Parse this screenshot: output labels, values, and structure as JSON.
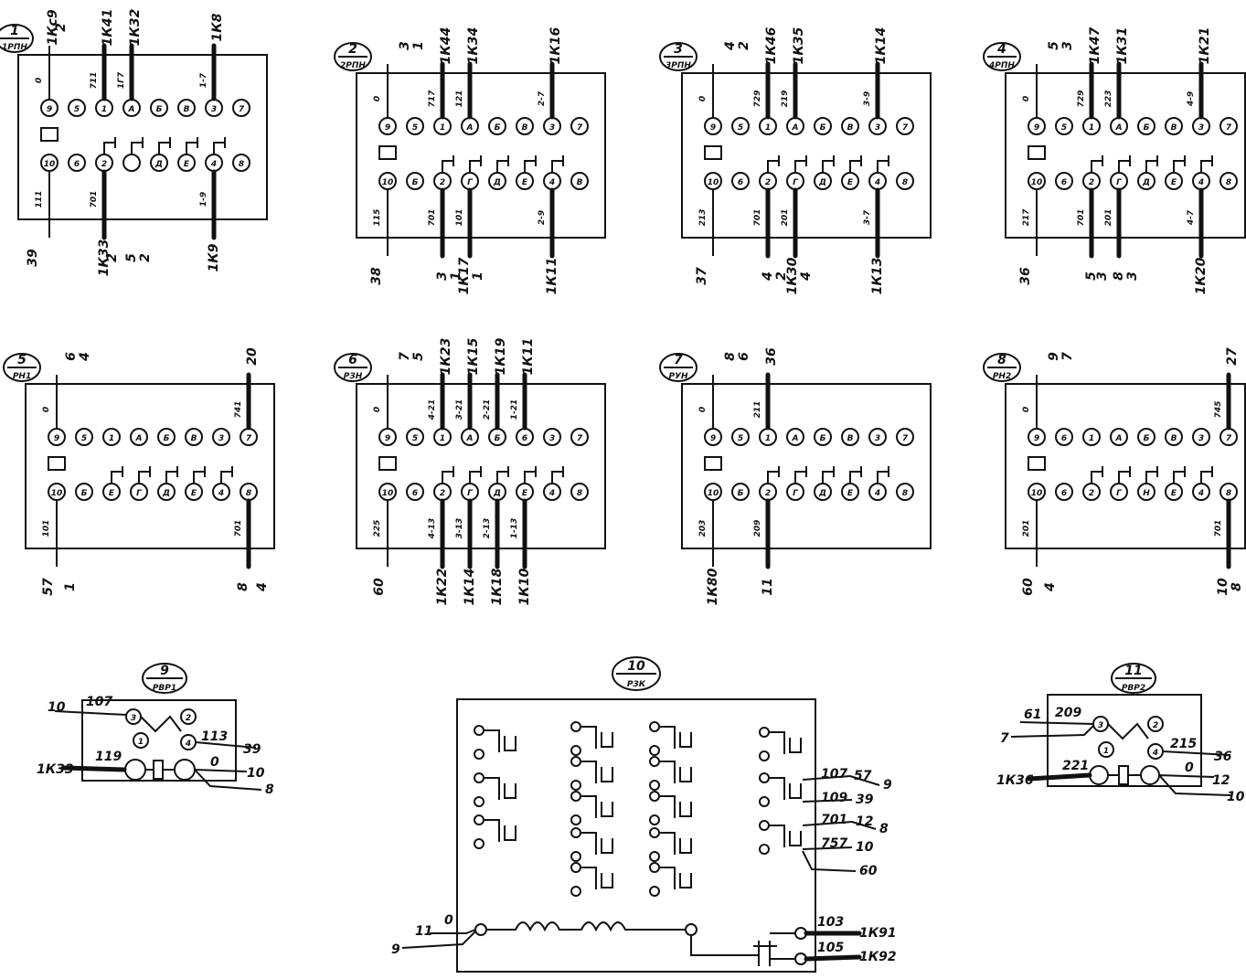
{
  "relays": [
    {
      "num": "1",
      "code": "1РПН",
      "top_pins": [
        "9",
        "5",
        "1",
        "А",
        "Б",
        "В",
        "3",
        "7"
      ],
      "bot_pins": [
        "10",
        "6",
        "2",
        "",
        "Д",
        "Е",
        "4",
        "8"
      ],
      "top_labels": [
        {
          "t": "0",
          "x": 0
        },
        {
          "t": "711",
          "x": 2
        },
        {
          "t": "1Г7",
          "x": 3
        },
        {
          "t": "1-7",
          "x": 6
        }
      ],
      "bot_labels": [
        {
          "t": "111",
          "x": 0
        },
        {
          "t": "701",
          "x": 2
        },
        {
          "t": "1-9",
          "x": 6
        }
      ],
      "top_ext": [
        {
          "t": "1Кс9",
          "x": 0
        },
        {
          "t": "2",
          "x": 0.3
        },
        {
          "t": "1К41",
          "x": 2
        },
        {
          "t": "1К32",
          "x": 3
        },
        {
          "t": "1К8",
          "x": 6
        }
      ],
      "bot_ext": [
        {
          "t": "39",
          "x": -0.6
        },
        {
          "t": "1К33",
          "x": 2
        },
        {
          "t": "2",
          "x": 2.3
        },
        {
          "t": "5",
          "x": 3
        },
        {
          "t": "2",
          "x": 3.5
        },
        {
          "t": "1К9",
          "x": 6
        }
      ]
    },
    {
      "num": "2",
      "code": "2РПН",
      "top_pins": [
        "9",
        "5",
        "1",
        "А",
        "Б",
        "В",
        "3",
        "7"
      ],
      "bot_pins": [
        "10",
        "Б",
        "2",
        "Г",
        "Д",
        "Е",
        "4",
        "В"
      ],
      "top_labels": [
        {
          "t": "0",
          "x": 0
        },
        {
          "t": "717",
          "x": 2
        },
        {
          "t": "121",
          "x": 3
        },
        {
          "t": "2-7",
          "x": 6
        }
      ],
      "bot_labels": [
        {
          "t": "115",
          "x": 0
        },
        {
          "t": "701",
          "x": 2
        },
        {
          "t": "101",
          "x": 3
        },
        {
          "t": "2-9",
          "x": 6
        }
      ],
      "top_ext": [
        {
          "t": "3",
          "x": 0.5
        },
        {
          "t": "1",
          "x": 1
        },
        {
          "t": "1К44",
          "x": 2
        },
        {
          "t": "1К34",
          "x": 3
        },
        {
          "t": "1К16",
          "x": 6
        }
      ],
      "bot_ext": [
        {
          "t": "38",
          "x": -0.4
        },
        {
          "t": "3",
          "x": 2
        },
        {
          "t": "1",
          "x": 2.5
        },
        {
          "t": "1К17",
          "x": 2.8
        },
        {
          "t": "1",
          "x": 3.3
        },
        {
          "t": "1К11",
          "x": 6
        }
      ]
    },
    {
      "num": "3",
      "code": "3РПН",
      "top_pins": [
        "9",
        "5",
        "1",
        "А",
        "Б",
        "В",
        "3",
        "7"
      ],
      "bot_pins": [
        "10",
        "6",
        "2",
        "Г",
        "Д",
        "Е",
        "4",
        "8"
      ],
      "top_labels": [
        {
          "t": "0",
          "x": 0
        },
        {
          "t": "729",
          "x": 2
        },
        {
          "t": "219",
          "x": 3
        },
        {
          "t": "3-9",
          "x": 6
        }
      ],
      "bot_labels": [
        {
          "t": "213",
          "x": 0
        },
        {
          "t": "701",
          "x": 2
        },
        {
          "t": "201",
          "x": 3
        },
        {
          "t": "3-7",
          "x": 6
        }
      ],
      "top_ext": [
        {
          "t": "4",
          "x": 0.5
        },
        {
          "t": "2",
          "x": 1
        },
        {
          "t": "1К46",
          "x": 2
        },
        {
          "t": "1К35",
          "x": 3
        },
        {
          "t": "1К14",
          "x": 6
        }
      ],
      "bot_ext": [
        {
          "t": "37",
          "x": -0.4
        },
        {
          "t": "4",
          "x": 2
        },
        {
          "t": "2",
          "x": 2.5
        },
        {
          "t": "1К30",
          "x": 2.9
        },
        {
          "t": "4",
          "x": 3.4
        },
        {
          "t": "1К13",
          "x": 6
        }
      ]
    },
    {
      "num": "4",
      "code": "4РПН",
      "top_pins": [
        "9",
        "5",
        "1",
        "А",
        "Б",
        "В",
        "3",
        "7"
      ],
      "bot_pins": [
        "10",
        "6",
        "2",
        "Г",
        "Д",
        "Е",
        "4",
        "8"
      ],
      "top_labels": [
        {
          "t": "0",
          "x": 0
        },
        {
          "t": "729",
          "x": 2
        },
        {
          "t": "223",
          "x": 3
        },
        {
          "t": "4-9",
          "x": 6
        }
      ],
      "bot_labels": [
        {
          "t": "217",
          "x": 0
        },
        {
          "t": "701",
          "x": 2
        },
        {
          "t": "201",
          "x": 3
        },
        {
          "t": "4-7",
          "x": 6
        }
      ],
      "top_ext": [
        {
          "t": "5",
          "x": 0.5
        },
        {
          "t": "3",
          "x": 1
        },
        {
          "t": "1К47",
          "x": 2
        },
        {
          "t": "1К31",
          "x": 3
        },
        {
          "t": "1К21",
          "x": 6
        }
      ],
      "bot_ext": [
        {
          "t": "36",
          "x": -0.4
        },
        {
          "t": "5",
          "x": 2
        },
        {
          "t": "3",
          "x": 2.4
        },
        {
          "t": "8",
          "x": 3
        },
        {
          "t": "3",
          "x": 3.5
        },
        {
          "t": "1К20",
          "x": 6
        }
      ]
    },
    {
      "num": "5",
      "code": "РН1",
      "top_pins": [
        "9",
        "5",
        "1",
        "А",
        "Б",
        "В",
        "3",
        "7"
      ],
      "bot_pins": [
        "10",
        "Б",
        "Е",
        "Г",
        "Д",
        "Е",
        "4",
        "8"
      ],
      "top_labels": [
        {
          "t": "0",
          "x": 0
        },
        {
          "t": "741",
          "x": 7
        }
      ],
      "bot_labels": [
        {
          "t": "101",
          "x": 0
        },
        {
          "t": "701",
          "x": 7
        }
      ],
      "top_ext": [
        {
          "t": "6",
          "x": 0.4
        },
        {
          "t": "4",
          "x": 0.9
        },
        {
          "t": "20",
          "x": 7
        }
      ],
      "bot_ext": [
        {
          "t": "57",
          "x": -0.3
        },
        {
          "t": "1",
          "x": 0.5
        },
        {
          "t": "8",
          "x": 6.8
        },
        {
          "t": "4",
          "x": 7.5
        }
      ]
    },
    {
      "num": "6",
      "code": "РЗН",
      "top_pins": [
        "9",
        "5",
        "1",
        "А",
        "Б",
        "6",
        "3",
        "7"
      ],
      "bot_pins": [
        "10",
        "6",
        "2",
        "Г",
        "Д",
        "Е",
        "4",
        "8"
      ],
      "top_labels": [
        {
          "t": "0",
          "x": 0
        },
        {
          "t": "4-21",
          "x": 2
        },
        {
          "t": "3-21",
          "x": 3
        },
        {
          "t": "2-21",
          "x": 4
        },
        {
          "t": "1-21",
          "x": 5
        }
      ],
      "bot_labels": [
        {
          "t": "225",
          "x": 0
        },
        {
          "t": "4-13",
          "x": 2
        },
        {
          "t": "3-13",
          "x": 3
        },
        {
          "t": "2-13",
          "x": 4
        },
        {
          "t": "1-13",
          "x": 5
        }
      ],
      "top_ext": [
        {
          "t": "7",
          "x": 0.5
        },
        {
          "t": "5",
          "x": 1
        },
        {
          "t": "1К23",
          "x": 2
        },
        {
          "t": "1К15",
          "x": 3
        },
        {
          "t": "1К19",
          "x": 4
        },
        {
          "t": "1К11",
          "x": 5
        }
      ],
      "bot_ext": [
        {
          "t": "60",
          "x": -0.3
        },
        {
          "t": "1К22",
          "x": 2
        },
        {
          "t": "1К14",
          "x": 3
        },
        {
          "t": "1К18",
          "x": 4
        },
        {
          "t": "1К10",
          "x": 5
        }
      ]
    },
    {
      "num": "7",
      "code": "РУН",
      "top_pins": [
        "9",
        "5",
        "1",
        "А",
        "Б",
        "В",
        "3",
        "7"
      ],
      "bot_pins": [
        "10",
        "Б",
        "2",
        "Г",
        "Д",
        "Е",
        "4",
        "8"
      ],
      "top_labels": [
        {
          "t": "0",
          "x": 0
        },
        {
          "t": "211",
          "x": 2
        }
      ],
      "bot_labels": [
        {
          "t": "203",
          "x": 0
        },
        {
          "t": "209",
          "x": 2
        }
      ],
      "top_ext": [
        {
          "t": "8",
          "x": 0.5
        },
        {
          "t": "6",
          "x": 1
        },
        {
          "t": "36",
          "x": 2
        }
      ],
      "bot_ext": [
        {
          "t": "1К80",
          "x": 0
        },
        {
          "t": "11",
          "x": 2
        }
      ]
    },
    {
      "num": "8",
      "code": "РН2",
      "top_pins": [
        "9",
        "6",
        "1",
        "А",
        "Б",
        "В",
        "3",
        "7"
      ],
      "bot_pins": [
        "10",
        "6",
        "2",
        "Г",
        "Н",
        "Е",
        "4",
        "8"
      ],
      "top_labels": [
        {
          "t": "0",
          "x": 0
        },
        {
          "t": "745",
          "x": 7
        }
      ],
      "bot_labels": [
        {
          "t": "201",
          "x": 0
        },
        {
          "t": "701",
          "x": 7
        }
      ],
      "top_ext": [
        {
          "t": "9",
          "x": 0.5
        },
        {
          "t": "7",
          "x": 1
        },
        {
          "t": "27",
          "x": 7
        }
      ],
      "bot_ext": [
        {
          "t": "60",
          "x": -0.3
        },
        {
          "t": "4",
          "x": 0.5
        },
        {
          "t": "10",
          "x": 6.8
        },
        {
          "t": "8",
          "x": 7.3
        }
      ]
    }
  ],
  "relay9": {
    "num": "9",
    "code": "РВР1",
    "pins": [
      "3",
      "2",
      "1",
      "4"
    ],
    "labels": {
      "w10": "10",
      "w107": "107",
      "w113": "113",
      "w39": "39",
      "w119": "119",
      "w1K33": "1К33",
      "w0": "0",
      "w10b": "10",
      "w8": "8"
    }
  },
  "relay10": {
    "num": "10",
    "code": "РЗК",
    "labels": {
      "l107": "107",
      "l57": "57",
      "l9": "9",
      "l109": "109",
      "l39": "39",
      "l701": "701",
      "l12": "12",
      "l8": "8",
      "l757": "757",
      "l10": "10",
      "l60": "60",
      "l11": "11",
      "l0": "0",
      "l9b": "9",
      "l103": "103",
      "l1K91": "1К91",
      "l105": "105",
      "l1K92": "1К92"
    }
  },
  "relay11": {
    "num": "11",
    "code": "РВР2",
    "pins": [
      "3",
      "2",
      "1",
      "4"
    ],
    "labels": {
      "w61": "61",
      "w209": "209",
      "w7": "7",
      "w215": "215",
      "w36": "36",
      "w221": "221",
      "w1K36": "1К36",
      "w0": "0",
      "w12": "12",
      "w10": "10"
    }
  }
}
